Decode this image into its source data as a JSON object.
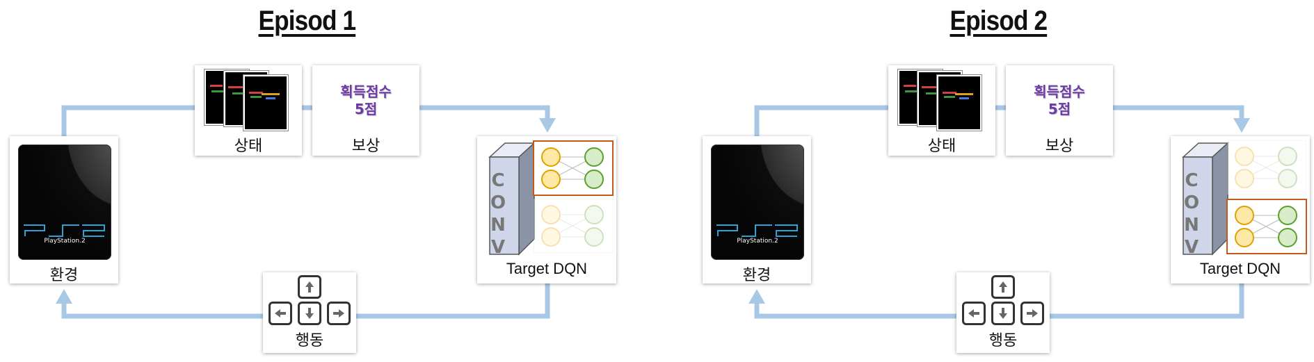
{
  "episodes": [
    {
      "title": "Episod 1",
      "state_label": "상태",
      "reward_text": "획득점수\n5점",
      "reward_label": "보상",
      "env_label": "환경",
      "console_brand": "PlayStation.2",
      "model_label": "Target DQN",
      "conv_letters": [
        "C",
        "O",
        "N",
        "V"
      ],
      "action_label": "행동",
      "active_network": "top"
    },
    {
      "title": "Episod 2",
      "state_label": "상태",
      "reward_text": "획득점수\n5점",
      "reward_label": "보상",
      "env_label": "환경",
      "console_brand": "PlayStation.2",
      "model_label": "Target DQN",
      "conv_letters": [
        "C",
        "O",
        "N",
        "V"
      ],
      "action_label": "행동",
      "active_network": "bottom"
    }
  ],
  "arrow_keys": [
    "up-arrow-icon",
    "left-arrow-icon",
    "down-arrow-icon",
    "right-arrow-icon"
  ],
  "colors": {
    "arrow": "#a9c8e6",
    "reward_text": "#6d3aa8",
    "active_border": "#c35a1c",
    "input_node_fill": "#fde9a6",
    "input_node_stroke": "#e0a100",
    "output_node_fill": "#d9ecc9",
    "output_node_stroke": "#5aa02c",
    "conv_front": "#cfd6ea",
    "conv_side": "#8b93a6",
    "ps2_logo": "#2aa3d6"
  }
}
